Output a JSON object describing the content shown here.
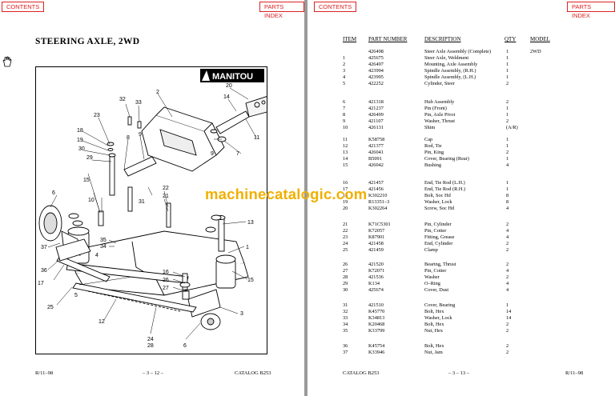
{
  "left": {
    "nav_contents": "CONTENTS",
    "nav_parts_index": "PARTS INDEX",
    "title": "STEERING AXLE, 2WD",
    "logo": "MANITOU",
    "callouts": [
      "1",
      "2",
      "3",
      "4",
      "5",
      "6",
      "7",
      "8",
      "9",
      "10",
      "11",
      "12",
      "13",
      "14",
      "15",
      "16",
      "17",
      "18",
      "19",
      "20",
      "21",
      "22",
      "23",
      "24",
      "25",
      "26",
      "27",
      "28",
      "29",
      "30",
      "31",
      "32",
      "33",
      "34",
      "35",
      "36",
      "37"
    ],
    "footer_left": "R/11–98",
    "footer_center": "– 3 – 12 –",
    "footer_right": "CATALOG B253"
  },
  "right": {
    "nav_contents": "CONTENTS",
    "nav_parts_index": "PARTS INDEX",
    "headers": {
      "item": "ITEM",
      "part": "PART NUMBER",
      "desc": "DESCRIPTION",
      "qty": "QTY",
      "model": "MODEL"
    },
    "rows": [
      {
        "item": "",
        "part": "426498",
        "desc": "Steer Axle Assembly (Complete)",
        "qty": "1",
        "model": "2WD"
      },
      {
        "item": "1",
        "part": "425675",
        "desc": "Steer Axle, Weldment",
        "qty": "1",
        "model": ""
      },
      {
        "item": "2",
        "part": "426497",
        "desc": "Mounting, Axle Assembly",
        "qty": "1",
        "model": ""
      },
      {
        "item": "3",
        "part": "423994",
        "desc": "Spindle Assembly, (R.H.)",
        "qty": "1",
        "model": ""
      },
      {
        "item": "4",
        "part": "423995",
        "desc": "Spindle Assembly, (L.H.)",
        "qty": "1",
        "model": ""
      },
      {
        "item": "5",
        "part": "422252",
        "desc": "Cylinder, Steer",
        "qty": "2",
        "model": ""
      },
      {
        "item": "6",
        "part": "421318",
        "desc": "Hub Assembly",
        "qty": "2",
        "model": ""
      },
      {
        "item": "7",
        "part": "421237",
        "desc": "Pin (Front)",
        "qty": "1",
        "model": ""
      },
      {
        "item": "8",
        "part": "426499",
        "desc": "Pin, Axle Pivot",
        "qty": "1",
        "model": ""
      },
      {
        "item": "9",
        "part": "421107",
        "desc": "Washer, Thrust",
        "qty": "2",
        "model": ""
      },
      {
        "item": "10",
        "part": "426131",
        "desc": "Shim",
        "qty": "(A/R)",
        "model": ""
      },
      {
        "item": "11",
        "part": "K58758",
        "desc": "Cap",
        "qty": "1",
        "model": ""
      },
      {
        "item": "12",
        "part": "421377",
        "desc": "Rod, Tie",
        "qty": "1",
        "model": ""
      },
      {
        "item": "13",
        "part": "426041",
        "desc": "Pin, King",
        "qty": "2",
        "model": ""
      },
      {
        "item": "14",
        "part": "B5091",
        "desc": "Cover, Bearing (Rear)",
        "qty": "1",
        "model": ""
      },
      {
        "item": "15",
        "part": "426042",
        "desc": "Bushing",
        "qty": "4",
        "model": ""
      },
      {
        "item": "16",
        "part": "421457",
        "desc": "End, Tie Rod (L.H.)",
        "qty": "1",
        "model": ""
      },
      {
        "item": "17",
        "part": "421456",
        "desc": "End, Tie Rod (R.H.)",
        "qty": "1",
        "model": ""
      },
      {
        "item": "18",
        "part": "K302210",
        "desc": "Bolt, Soc Hd",
        "qty": "8",
        "model": ""
      },
      {
        "item": "19",
        "part": "R13351–3",
        "desc": "Washer, Lock",
        "qty": "8",
        "model": ""
      },
      {
        "item": "20",
        "part": "K302264",
        "desc": "Screw, Soc Hd",
        "qty": "4",
        "model": ""
      },
      {
        "item": "21",
        "part": "K71C5301",
        "desc": "Pin, Cylinder",
        "qty": "2",
        "model": ""
      },
      {
        "item": "22",
        "part": "K72057",
        "desc": "Pin, Cotter",
        "qty": "4",
        "model": ""
      },
      {
        "item": "23",
        "part": "K87901",
        "desc": "Fitting, Grease",
        "qty": "4",
        "model": ""
      },
      {
        "item": "24",
        "part": "421458",
        "desc": "End, Cylinder",
        "qty": "2",
        "model": ""
      },
      {
        "item": "25",
        "part": "421459",
        "desc": "Clamp",
        "qty": "2",
        "model": ""
      },
      {
        "item": "26",
        "part": "421520",
        "desc": "Bearing, Thrust",
        "qty": "2",
        "model": ""
      },
      {
        "item": "27",
        "part": "K72071",
        "desc": "Pin, Cotter",
        "qty": "4",
        "model": ""
      },
      {
        "item": "28",
        "part": "421536",
        "desc": "Washer",
        "qty": "2",
        "model": ""
      },
      {
        "item": "29",
        "part": "K134",
        "desc": "O–Ring",
        "qty": "4",
        "model": ""
      },
      {
        "item": "30",
        "part": "425674",
        "desc": "Cover, Dust",
        "qty": "4",
        "model": ""
      },
      {
        "item": "31",
        "part": "421510",
        "desc": "Cover, Bearing",
        "qty": "1",
        "model": ""
      },
      {
        "item": "32",
        "part": "K45770",
        "desc": "Bolt, Hex",
        "qty": "14",
        "model": ""
      },
      {
        "item": "33",
        "part": "K34813",
        "desc": "Washer, Lock",
        "qty": "14",
        "model": ""
      },
      {
        "item": "34",
        "part": "K20468",
        "desc": "Bolt, Hex",
        "qty": "2",
        "model": ""
      },
      {
        "item": "35",
        "part": "K33799",
        "desc": "Nut, Hex",
        "qty": "2",
        "model": ""
      },
      {
        "item": "36",
        "part": "K45754",
        "desc": "Bolt, Hex",
        "qty": "2",
        "model": ""
      },
      {
        "item": "37",
        "part": "K33946",
        "desc": "Nut, Jam",
        "qty": "2",
        "model": ""
      }
    ],
    "footer_left": "CATALOG B253",
    "footer_center": "– 3 – 13 –",
    "footer_right": "R/11–98"
  },
  "watermark": "machinecatalogic.com",
  "colors": {
    "nav_border": "#dd2222",
    "watermark": "#f0b000"
  }
}
